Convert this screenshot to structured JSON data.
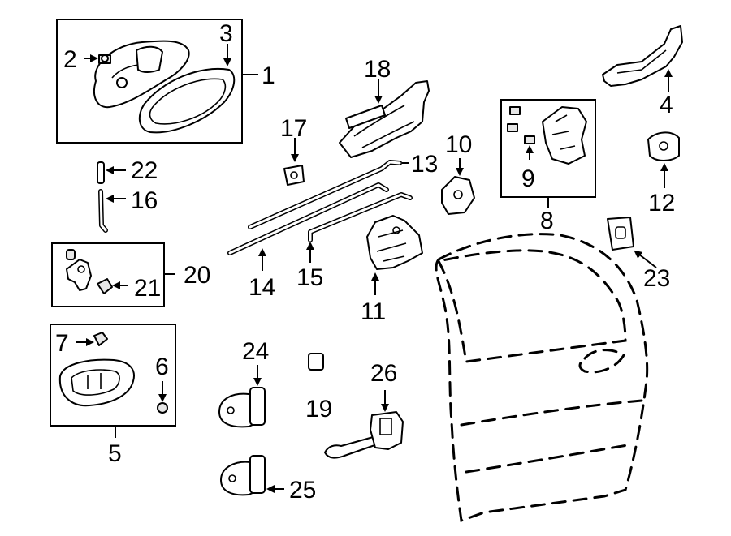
{
  "diagram": {
    "callouts": [
      "1",
      "2",
      "3",
      "4",
      "5",
      "6",
      "7",
      "8",
      "9",
      "10",
      "11",
      "12",
      "13",
      "14",
      "15",
      "16",
      "17",
      "18",
      "19",
      "20",
      "21",
      "22",
      "23",
      "24",
      "25",
      "26"
    ]
  },
  "colors": {
    "ink": "#000000",
    "paper": "#ffffff",
    "fill": "#e6e6e6"
  }
}
